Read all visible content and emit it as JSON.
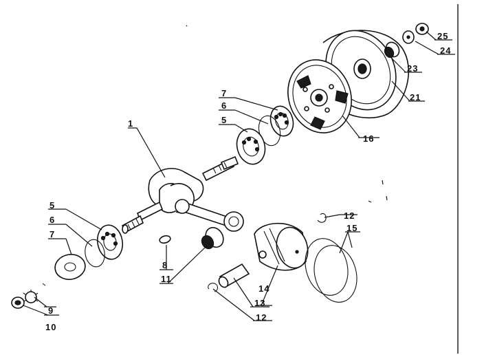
{
  "diagram": {
    "border_color": "#111111",
    "callouts": [
      {
        "id": "c-1a",
        "label": "1"
      },
      {
        "id": "c-5a",
        "label": "5"
      },
      {
        "id": "c-6a",
        "label": "6"
      },
      {
        "id": "c-7a",
        "label": "7"
      },
      {
        "id": "c-5b",
        "label": "5"
      },
      {
        "id": "c-6b",
        "label": "6"
      },
      {
        "id": "c-7b",
        "label": "7"
      },
      {
        "id": "c-8",
        "label": "8"
      },
      {
        "id": "c-9",
        "label": "9"
      },
      {
        "id": "c-10",
        "label": "10"
      },
      {
        "id": "c-11",
        "label": "11"
      },
      {
        "id": "c-12a",
        "label": "12"
      },
      {
        "id": "c-12b",
        "label": "12"
      },
      {
        "id": "c-13",
        "label": "13"
      },
      {
        "id": "c-14",
        "label": "14"
      },
      {
        "id": "c-15",
        "label": "15"
      },
      {
        "id": "c-16",
        "label": "16"
      },
      {
        "id": "c-21",
        "label": "21"
      },
      {
        "id": "c-23",
        "label": "23"
      },
      {
        "id": "c-24",
        "label": "24"
      },
      {
        "id": "c-25",
        "label": "25"
      }
    ]
  }
}
